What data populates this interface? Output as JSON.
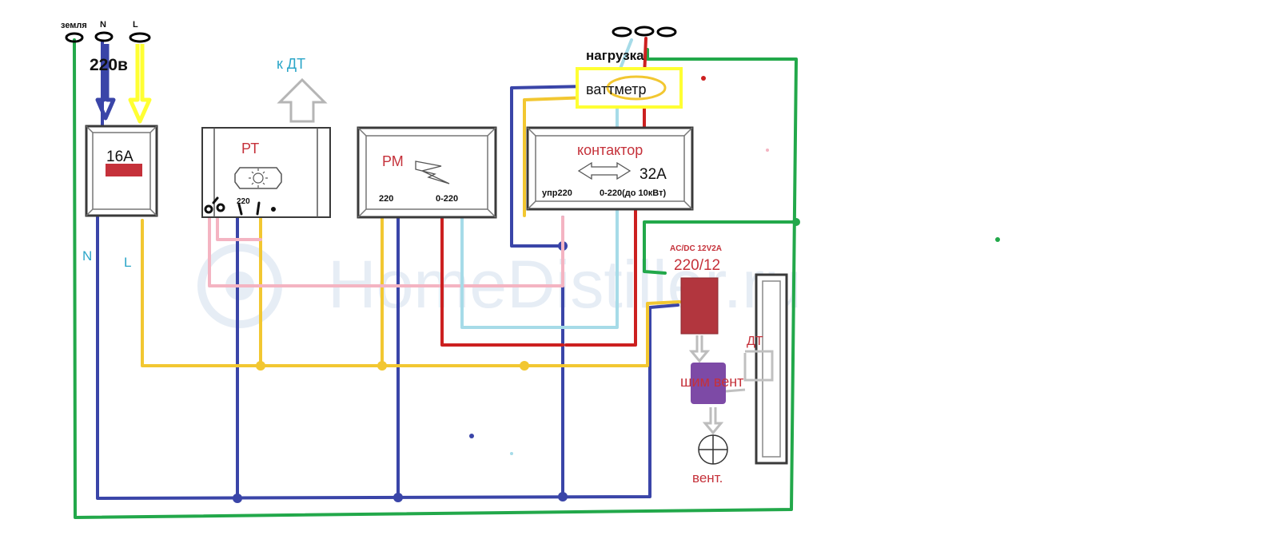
{
  "labels": {
    "ground": "земля",
    "neutral": "N",
    "line": "L",
    "supply": "220в",
    "neutral_wire": "N",
    "line_wire": "L",
    "load": "нагрузка",
    "wattmeter": "ваттметр",
    "breaker": "16A",
    "thermostat": "РТ",
    "thermostat_terminal": "220",
    "to_sensor": "к ДТ",
    "regulator": "РМ",
    "regulator_in": "220",
    "regulator_out": "0-220",
    "contactor": "контактор",
    "contactor_rating": "32А",
    "contactor_ctrl": "упр220",
    "contactor_out": "0-220(до 10кВт)",
    "psu_spec": "AC/DC 12V2A",
    "psu": "220/12",
    "sensor": "ДТ",
    "pwm_fan": "шим вент",
    "fan": "вент.",
    "watermark": "HomeDistiller.ru"
  },
  "colors": {
    "ground": "#22a84a",
    "neutral": "#3a45a8",
    "line": "#f2c731",
    "line_bright": "#ffff33",
    "pink": "#f4b4c2",
    "light_blue": "#a6dbe8",
    "red": "#cc2020",
    "label_red": "#c5313a",
    "label_cyan": "#2ba6c8",
    "box_border": "#3a3a3a",
    "psu_fill": "#b2363e",
    "pwm_fill": "#7d4aa6",
    "watermark": "#e6edf5"
  }
}
